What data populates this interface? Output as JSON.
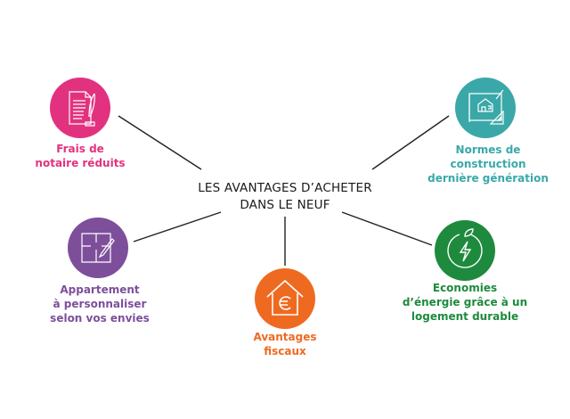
{
  "title": {
    "line1": "LES AVANTAGES D’ACHETER",
    "line2": "DANS LE NEUF"
  },
  "items": [
    {
      "icon": "notary-document-quill-icon",
      "color": "#e2327f",
      "lines": [
        "Frais de",
        "notaire réduits"
      ]
    },
    {
      "icon": "blueprint-house-icon",
      "color": "#3aa8a8",
      "lines": [
        "Normes de",
        "construction",
        "dernière génération"
      ]
    },
    {
      "icon": "floor-plan-pencil-icon",
      "color": "#7d4f9b",
      "lines": [
        "Appartement",
        "à personnaliser",
        "selon vos envies"
      ]
    },
    {
      "icon": "euro-house-icon",
      "color": "#ef6a21",
      "lines": [
        "Avantages",
        "fiscaux"
      ]
    },
    {
      "icon": "energy-bolt-leaf-icon",
      "color": "#1e8a3e",
      "lines": [
        "Economies",
        "d’énergie grâce à un",
        "logement durable"
      ]
    }
  ]
}
